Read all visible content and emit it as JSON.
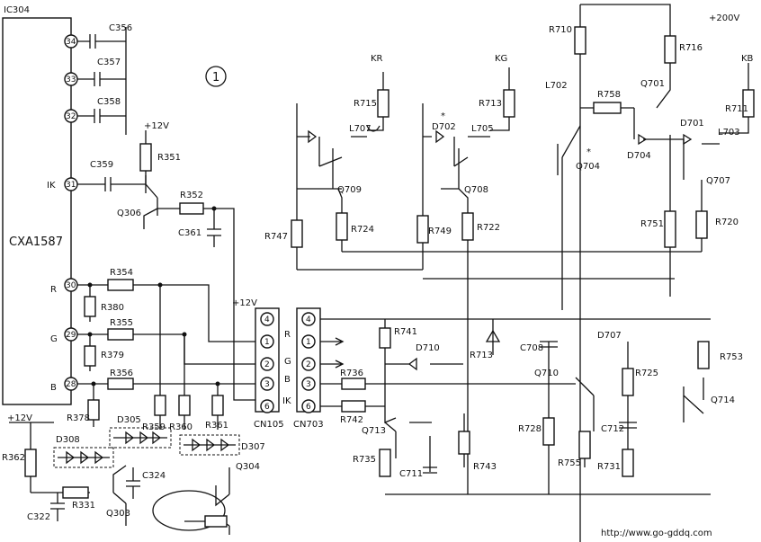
{
  "ic": {
    "ref": "IC304",
    "part": "CXA1587"
  },
  "marker": "1",
  "supply": {
    "v12": "+12V",
    "v200": "+200V"
  },
  "ic_pins": {
    "p34": "34",
    "p33": "33",
    "p32": "32",
    "p31": "31",
    "p30": "30",
    "p29": "29",
    "p28": "28",
    "ik": "IK",
    "r": "R",
    "g": "G",
    "b": "B"
  },
  "connectors": {
    "cn105": {
      "ref": "CN105",
      "pins": [
        "4",
        "1",
        "2",
        "3",
        "6"
      ]
    },
    "cn703": {
      "ref": "CN703",
      "pins": [
        "4",
        "1",
        "2",
        "3",
        "6"
      ]
    },
    "signals": {
      "r": "R",
      "g": "G",
      "b": "B",
      "ik": "IK"
    }
  },
  "outputs": {
    "kr": "KR",
    "kg": "KG",
    "kb": "KB"
  },
  "asterisk": "*",
  "url": "http://www.go-gddq.com",
  "components": {
    "c356": "C356",
    "c357": "C357",
    "c358": "C358",
    "c359": "C359",
    "c361": "C361",
    "r351": "R351",
    "r352": "R352",
    "q306": "Q306",
    "r354": "R354",
    "r380": "R380",
    "r355": "R355",
    "r379": "R379",
    "r356": "R356",
    "r378": "R378",
    "r359": "R359",
    "r360": "R360",
    "r361": "R361",
    "d305": "D305",
    "d307": "D307",
    "d308": "D308",
    "r362": "R362",
    "c322": "C322",
    "r331": "R331",
    "q303": "Q303",
    "c324": "C324",
    "q304": "Q304",
    "r715": "R715",
    "l707": "L707",
    "q709": "Q709",
    "r724": "R724",
    "r747": "R747",
    "d702": "D702",
    "r713": "R713",
    "l705": "L705",
    "q708": "Q708",
    "r722": "R722",
    "r749": "R749",
    "r710": "R710",
    "l702": "L702",
    "q704": "Q704",
    "r758": "R758",
    "q701": "Q701",
    "r716": "R716",
    "d701": "D701",
    "d704": "D704",
    "r711": "R711",
    "l703": "L703",
    "q707": "Q707",
    "r751": "R751",
    "r720": "R720",
    "r741": "R741",
    "d710": "D710",
    "r713b": "R713",
    "r736": "R736",
    "r742": "R742",
    "q713": "Q713",
    "r735": "R735",
    "c711": "C711",
    "r743": "R743",
    "c708": "C708",
    "d707": "D707",
    "q710": "Q710",
    "r725": "R725",
    "r728": "R728",
    "r755": "R755",
    "c712": "C712",
    "r731": "R731",
    "r753": "R753",
    "q714": "Q714"
  }
}
